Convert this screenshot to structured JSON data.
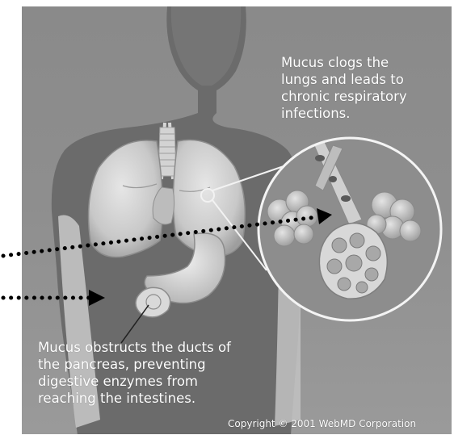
{
  "diagram": {
    "captions": {
      "lungs": "Mucus clogs the\nlungs and leads to\nchronic respiratory\ninfections.",
      "pancreas": "Mucus obstructs the ducts of\nthe pancreas, preventing\ndigestive enzymes from\nreaching the intestines."
    },
    "copyright": "Copyright © 2001 WebMD Corporation",
    "colors": {
      "background": "#8e8e8e",
      "silhouette": "#666666",
      "organs": "#d9d9d9",
      "text": "#ffffff",
      "pointer_dots": "#000000"
    }
  }
}
